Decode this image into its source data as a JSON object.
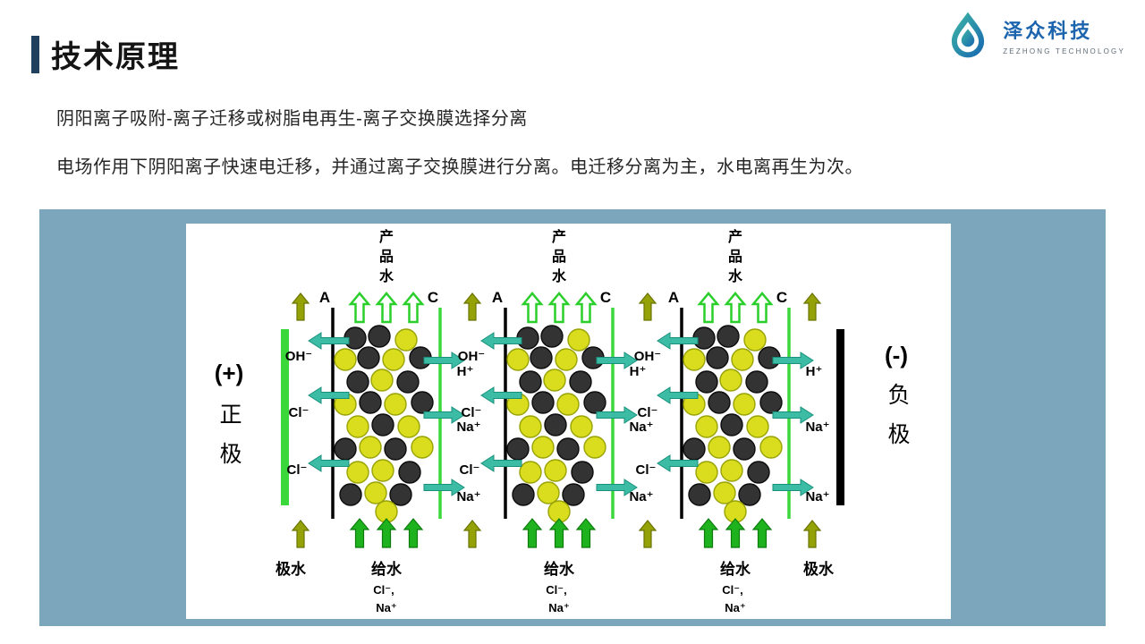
{
  "header": {
    "title": "技术原理",
    "logo": {
      "name": "泽众科技",
      "subtitle": "ZEZHONG TECHNOLOGY"
    }
  },
  "body": {
    "line1": "阴阳离子吸附-离子迁移或树脂电再生-离子交换膜选择分离",
    "line2": "电场作用下阴阳离子快速电迁移，并通过离子交换膜进行分离。电迁移分离为主，水电离再生为次。"
  },
  "diagram": {
    "anode": {
      "sign": "(+)",
      "chars": [
        "正",
        "极"
      ]
    },
    "cathode": {
      "sign": "(-)",
      "chars": [
        "负",
        "极"
      ]
    },
    "electrode_water_label": "极水",
    "feed_water_label": "给水",
    "feed_ion_lines": [
      "Cl⁻,",
      "Na⁺"
    ],
    "product_water_chars": [
      "产",
      "品",
      "水"
    ],
    "anion_membrane_label": "A",
    "cation_membrane_label": "C",
    "left_ion_labels": [
      "OH⁻",
      "Cl⁻",
      "Cl⁻"
    ],
    "right_ion_labels": [
      "H⁺",
      "Na⁺",
      "Na⁺"
    ],
    "colors": {
      "panel_bg": "#7ba6bc",
      "anion_membrane": "#000000",
      "cation_membrane": "#3bd83b",
      "anode_bar": "#3bd83b",
      "cathode_bar": "#000000",
      "ion_arrow": "#3cbca4",
      "product_water_arrow": "#2bcf2b",
      "feed_water_arrow": "#1eb21e",
      "electrode_water_arrow": "#94a208",
      "bead_dark": "#333333",
      "bead_yellow": "#d9dd1d"
    }
  }
}
